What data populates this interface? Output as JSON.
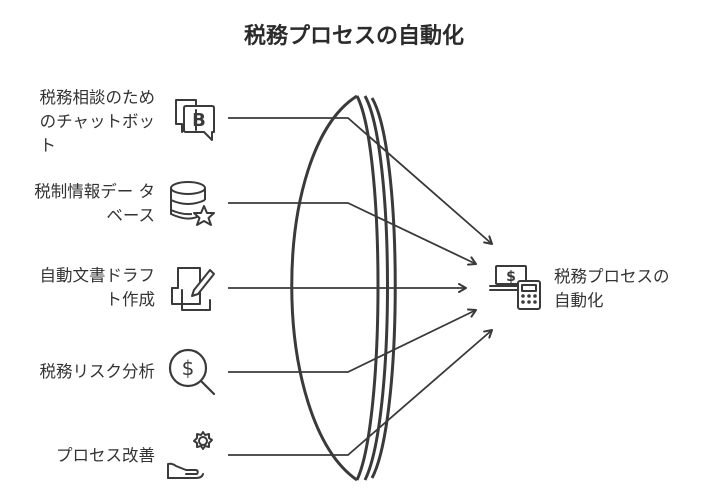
{
  "title": "税務プロセスの自動化",
  "inputs": [
    {
      "lines": [
        "税務相談のため",
        "のチャットボッ",
        "ト"
      ],
      "icon": "chatbot-bitcoin-icon"
    },
    {
      "lines": [
        "税制情報デー タ",
        "ベース"
      ],
      "icon": "database-star-icon"
    },
    {
      "lines": [
        "自動文書ドラフ",
        "ト作成"
      ],
      "icon": "document-pen-icon"
    },
    {
      "lines": [
        "税務リスク分析"
      ],
      "icon": "dollar-magnifier-icon"
    },
    {
      "lines": [
        "プロセス改善"
      ],
      "icon": "gear-hand-icon"
    }
  ],
  "output": {
    "lines": [
      "税務プロセスの",
      "自動化"
    ],
    "icon": "money-calculator-icon"
  },
  "colors": {
    "stroke": "#3a3a3a",
    "text": "#333333",
    "background": "#ffffff"
  }
}
